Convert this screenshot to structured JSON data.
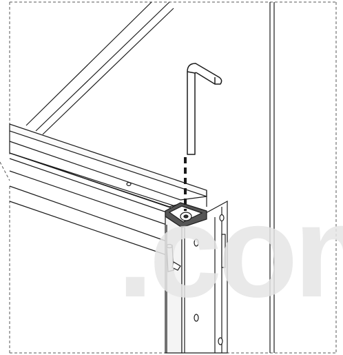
{
  "diagram": {
    "kind": "assembly-instruction",
    "elements": [
      "cabinet-side-panel",
      "rack-frame-top-rail",
      "diagonal-brace",
      "vertical-rack-post",
      "corner-bracket",
      "hex-screw",
      "allen-key-icon",
      "insertion-guide-line",
      "locating-pin",
      "zoom-callout-border"
    ]
  },
  "watermark": {
    "text": ".com"
  },
  "colors": {
    "line": "#1a1a1a",
    "background": "#ffffff",
    "panel_fill": "#f7f7f7",
    "bracket_fill": "#555555",
    "watermark": "#e6e6e6"
  }
}
